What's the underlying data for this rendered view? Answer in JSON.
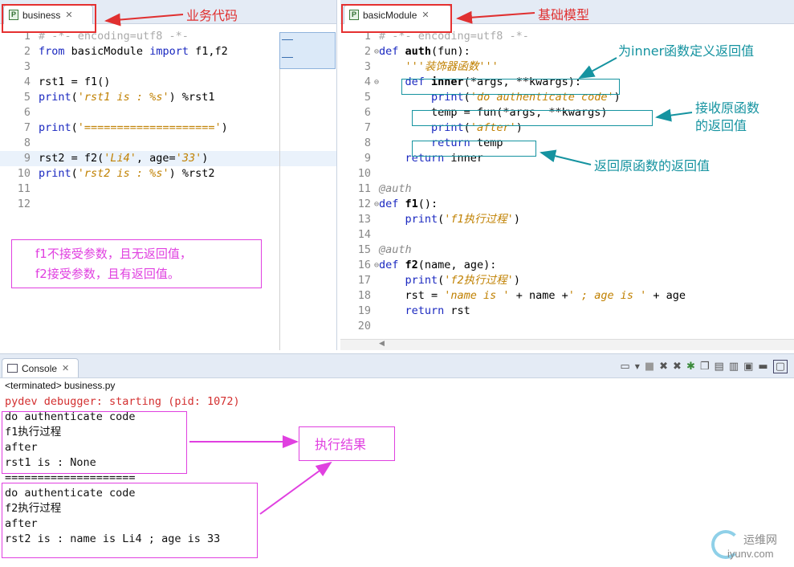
{
  "left_editor": {
    "tab_label": "business",
    "lines": [
      {
        "n": "1",
        "parts": [
          {
            "t": "# -*- encoding=utf8 -*-",
            "c": "cm"
          }
        ]
      },
      {
        "n": "2",
        "parts": [
          {
            "t": "from",
            "c": "kw"
          },
          {
            "t": " basicModule ",
            "c": ""
          },
          {
            "t": "import",
            "c": "kw"
          },
          {
            "t": " f1,f2",
            "c": ""
          }
        ]
      },
      {
        "n": "3",
        "parts": []
      },
      {
        "n": "4",
        "parts": [
          {
            "t": "rst1 = f1()",
            "c": ""
          }
        ]
      },
      {
        "n": "5",
        "parts": [
          {
            "t": "print",
            "c": "bi"
          },
          {
            "t": "(",
            "c": ""
          },
          {
            "t": "'rst1 is : %s'",
            "c": "st"
          },
          {
            "t": ") %rst1",
            "c": ""
          }
        ]
      },
      {
        "n": "6",
        "parts": []
      },
      {
        "n": "7",
        "parts": [
          {
            "t": "print",
            "c": "bi"
          },
          {
            "t": "(",
            "c": ""
          },
          {
            "t": "'===================='",
            "c": "st"
          },
          {
            "t": ")",
            "c": ""
          }
        ]
      },
      {
        "n": "8",
        "parts": []
      },
      {
        "n": "9",
        "parts": [
          {
            "t": "rst2 = f2(",
            "c": ""
          },
          {
            "t": "'Li4'",
            "c": "st"
          },
          {
            "t": ", age=",
            "c": ""
          },
          {
            "t": "'33'",
            "c": "st"
          },
          {
            "t": ")",
            "c": ""
          }
        ],
        "current": true
      },
      {
        "n": "10",
        "parts": [
          {
            "t": "print",
            "c": "bi"
          },
          {
            "t": "(",
            "c": ""
          },
          {
            "t": "'rst2 is : %s'",
            "c": "st"
          },
          {
            "t": ") %rst2",
            "c": ""
          }
        ]
      },
      {
        "n": "11",
        "parts": []
      },
      {
        "n": "12",
        "parts": []
      }
    ]
  },
  "right_editor": {
    "tab_label": "basicModule",
    "lines": [
      {
        "n": "1",
        "parts": [
          {
            "t": "# -*- encoding=utf8 -*-",
            "c": "cm"
          }
        ]
      },
      {
        "n": "2",
        "fold": true,
        "parts": [
          {
            "t": "def",
            "c": "kw"
          },
          {
            "t": " ",
            "c": ""
          },
          {
            "t": "auth",
            "c": "fn"
          },
          {
            "t": "(fun):",
            "c": ""
          }
        ]
      },
      {
        "n": "3",
        "parts": [
          {
            "t": "    '''",
            "c": "st"
          },
          {
            "t": "装饰器函数",
            "c": "st"
          },
          {
            "t": "'''",
            "c": "st"
          }
        ]
      },
      {
        "n": "4",
        "fold": true,
        "parts": [
          {
            "t": "    ",
            "c": ""
          },
          {
            "t": "def",
            "c": "kw"
          },
          {
            "t": " ",
            "c": ""
          },
          {
            "t": "inner",
            "c": "fn"
          },
          {
            "t": "(*args, **kwargs):",
            "c": ""
          }
        ]
      },
      {
        "n": "5",
        "parts": [
          {
            "t": "        ",
            "c": ""
          },
          {
            "t": "print",
            "c": "bi"
          },
          {
            "t": "(",
            "c": ""
          },
          {
            "t": "'do authenticate code'",
            "c": "st"
          },
          {
            "t": ")",
            "c": ""
          }
        ]
      },
      {
        "n": "6",
        "parts": [
          {
            "t": "        temp = fun(*args, **kwargs)",
            "c": ""
          }
        ]
      },
      {
        "n": "7",
        "parts": [
          {
            "t": "        ",
            "c": ""
          },
          {
            "t": "print",
            "c": "bi"
          },
          {
            "t": "(",
            "c": ""
          },
          {
            "t": "'after'",
            "c": "st"
          },
          {
            "t": ")",
            "c": ""
          }
        ]
      },
      {
        "n": "8",
        "parts": [
          {
            "t": "        ",
            "c": ""
          },
          {
            "t": "return",
            "c": "kw"
          },
          {
            "t": " temp",
            "c": ""
          }
        ]
      },
      {
        "n": "9",
        "parts": [
          {
            "t": "    ",
            "c": ""
          },
          {
            "t": "return",
            "c": "kw"
          },
          {
            "t": " inner",
            "c": ""
          }
        ]
      },
      {
        "n": "10",
        "parts": []
      },
      {
        "n": "11",
        "parts": [
          {
            "t": "@auth",
            "c": "dec"
          }
        ]
      },
      {
        "n": "12",
        "fold": true,
        "parts": [
          {
            "t": "def",
            "c": "kw"
          },
          {
            "t": " ",
            "c": ""
          },
          {
            "t": "f1",
            "c": "fn"
          },
          {
            "t": "():",
            "c": ""
          }
        ]
      },
      {
        "n": "13",
        "parts": [
          {
            "t": "    ",
            "c": ""
          },
          {
            "t": "print",
            "c": "bi"
          },
          {
            "t": "(",
            "c": ""
          },
          {
            "t": "'f1执行过程'",
            "c": "st"
          },
          {
            "t": ")",
            "c": ""
          }
        ]
      },
      {
        "n": "14",
        "parts": []
      },
      {
        "n": "15",
        "parts": [
          {
            "t": "@auth",
            "c": "dec"
          }
        ]
      },
      {
        "n": "16",
        "fold": true,
        "parts": [
          {
            "t": "def",
            "c": "kw"
          },
          {
            "t": " ",
            "c": ""
          },
          {
            "t": "f2",
            "c": "fn"
          },
          {
            "t": "(name, age):",
            "c": ""
          }
        ]
      },
      {
        "n": "17",
        "parts": [
          {
            "t": "    ",
            "c": ""
          },
          {
            "t": "print",
            "c": "bi"
          },
          {
            "t": "(",
            "c": ""
          },
          {
            "t": "'f2执行过程'",
            "c": "st"
          },
          {
            "t": ")",
            "c": ""
          }
        ]
      },
      {
        "n": "18",
        "parts": [
          {
            "t": "    rst = ",
            "c": ""
          },
          {
            "t": "'name is '",
            "c": "st"
          },
          {
            "t": " + name +",
            "c": ""
          },
          {
            "t": "' ; age is '",
            "c": "st"
          },
          {
            "t": " + age",
            "c": ""
          }
        ]
      },
      {
        "n": "19",
        "parts": [
          {
            "t": "    ",
            "c": ""
          },
          {
            "t": "return",
            "c": "kw"
          },
          {
            "t": " rst",
            "c": ""
          }
        ]
      },
      {
        "n": "20",
        "parts": []
      }
    ]
  },
  "console": {
    "tab_label": "Console",
    "status": "<terminated> business.py",
    "lines": [
      {
        "t": "pydev debugger: starting (pid: 1072)",
        "c": "err"
      },
      {
        "t": "do authenticate code"
      },
      {
        "t": "f1执行过程"
      },
      {
        "t": "after"
      },
      {
        "t": "rst1 is : None"
      },
      {
        "t": "===================="
      },
      {
        "t": "do authenticate code"
      },
      {
        "t": "f2执行过程"
      },
      {
        "t": "after"
      },
      {
        "t": "rst2 is : name is Li4 ; age is 33"
      }
    ]
  },
  "annotations": {
    "business_code": "业务代码",
    "base_model": "基础模型",
    "inner_return": "为inner函数定义返回值",
    "receive_line1": "接收原函数",
    "receive_line2": "的返回值",
    "return_original": "返回原函数的返回值",
    "note_line1": "f1不接受参数，且无返回值，",
    "note_line2": "f2接受参数，且有返回值。",
    "result": "执行结果"
  },
  "watermark": {
    "cn": "运维网",
    "en": "iyunv.com"
  },
  "colors": {
    "red": "#e03030",
    "teal": "#1593a0",
    "magenta": "#e040e0"
  }
}
